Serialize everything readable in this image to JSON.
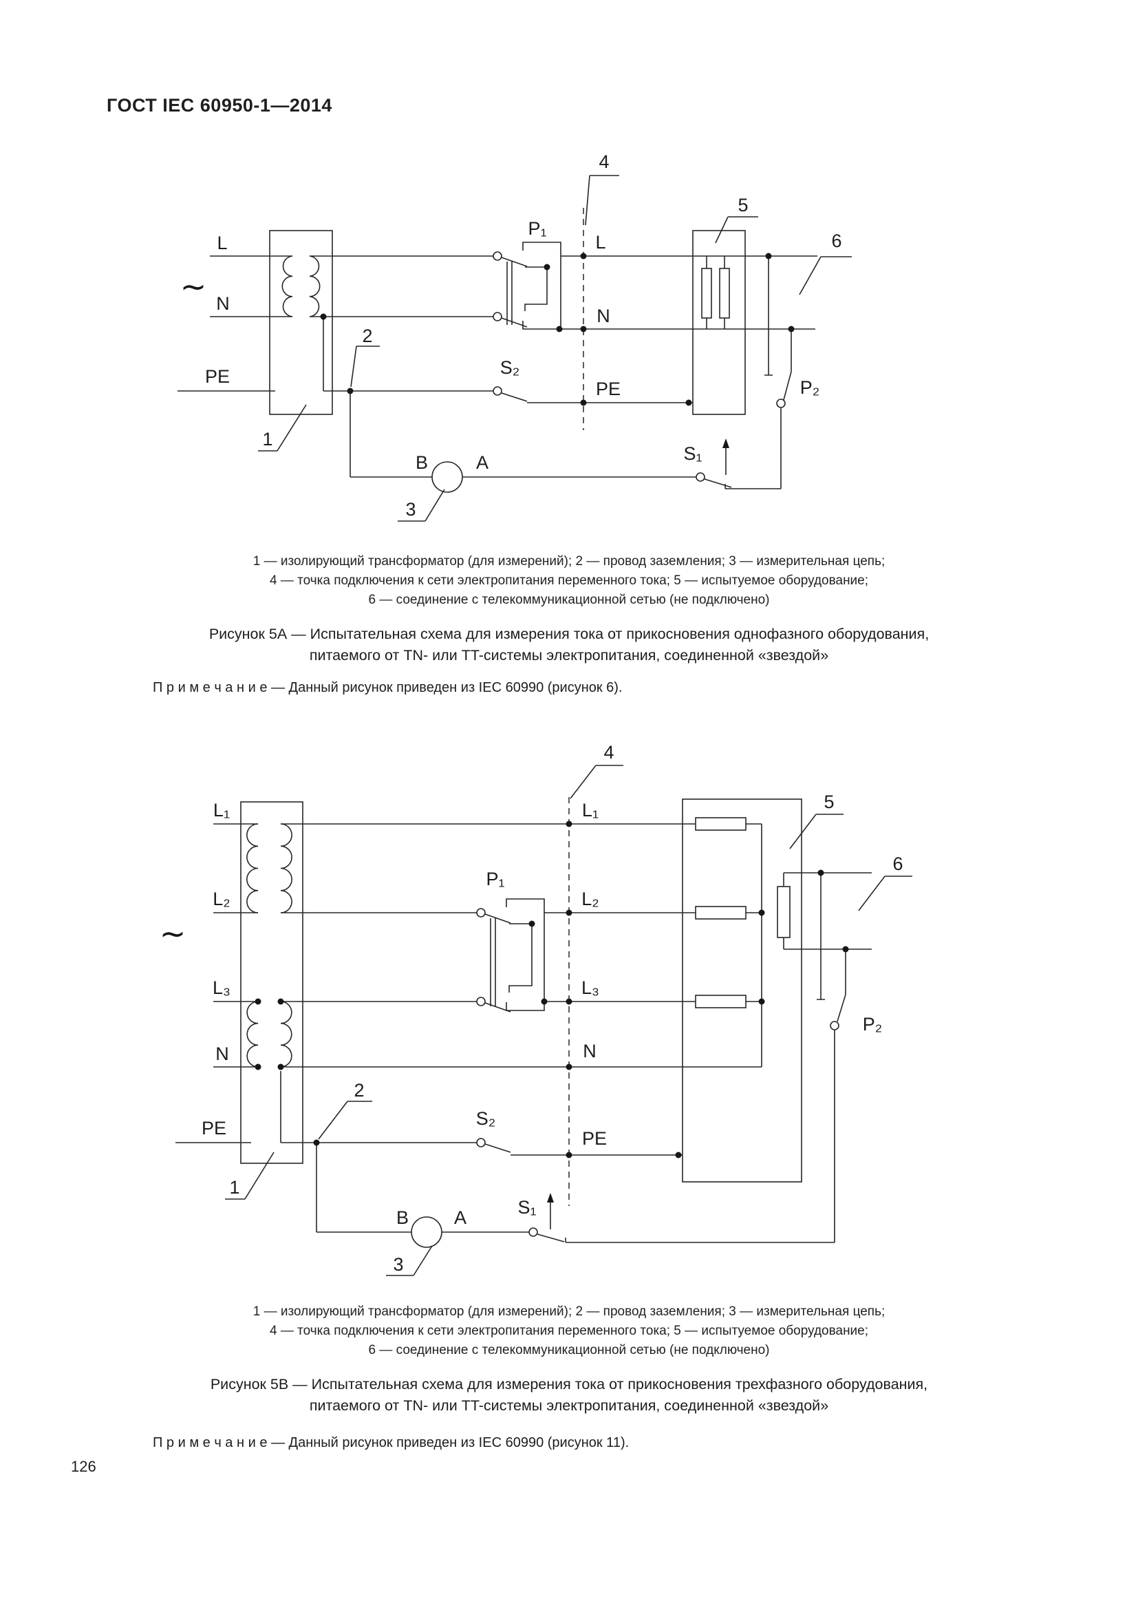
{
  "page": {
    "header_title": "ГОСТ IEC 60950-1—2014",
    "page_number": "126",
    "colors": {
      "paper": "#ffffff",
      "ink": "#1f1f1f"
    }
  },
  "figure_a": {
    "labels": {
      "source_ac": "~",
      "line_in": "L",
      "neutral_in": "N",
      "pe_in": "PE",
      "line_out": "L",
      "neutral_out": "N",
      "pe_out": "PE",
      "p1": "P₁",
      "p2": "P₂",
      "s1": "S₁",
      "s2": "S₂",
      "meter_b": "B",
      "meter_a": "A",
      "ref1": "1",
      "ref2": "2",
      "ref3": "3",
      "ref4": "4",
      "ref5": "5",
      "ref6": "6"
    },
    "caption_lines": [
      "1 — изолирующий трансформатор (для измерений); 2 — провод заземления; 3 — измерительная цепь;",
      "4 — точка подключения к сети электропитания переменного тока; 5 — испытуемое оборудование;",
      "6 — соединение с телекоммуникационной сетью (не подключено)"
    ],
    "title_lines": [
      "Рисунок 5А — Испытательная схема для измерения тока от прикосновения однофазного оборудования,",
      "питаемого от TN- или TT-системы электропитания, соединенной «звездой»"
    ],
    "note": "П р и м е ч а н и е   —  Данный рисунок приведен из IEC 60990 (рисунок 6)."
  },
  "figure_b": {
    "labels": {
      "source_ac": "~",
      "l1_in": "L₁",
      "l2_in": "L₂",
      "l3_in": "L₃",
      "neutral_in": "N",
      "pe_in": "PE",
      "l1_out": "L₁",
      "l2_out": "L₂",
      "l3_out": "L₃",
      "neutral_out": "N",
      "pe_out": "PE",
      "p1": "P₁",
      "p2": "P₂",
      "s1": "S₁",
      "s2": "S₂",
      "meter_b": "B",
      "meter_a": "A",
      "ref1": "1",
      "ref2": "2",
      "ref3": "3",
      "ref4": "4",
      "ref5": "5",
      "ref6": "6"
    },
    "caption_lines": [
      "1 — изолирующий трансформатор (для измерений); 2 — провод заземления; 3 — измерительная цепь;",
      "4 — точка подключения к сети электропитания переменного тока; 5 — испытуемое оборудование;",
      "6 — соединение с телекоммуникационной сетью (не подключено)"
    ],
    "title_lines": [
      "Рисунок 5В — Испытательная схема для измерения тока от прикосновения трехфазного оборудования,",
      "питаемого от TN- или TT-системы электропитания, соединенной «звездой»"
    ],
    "note": "П р и м е ч а н и е   — Данный рисунок приведен из IEC 60990 (рисунок 11)."
  }
}
